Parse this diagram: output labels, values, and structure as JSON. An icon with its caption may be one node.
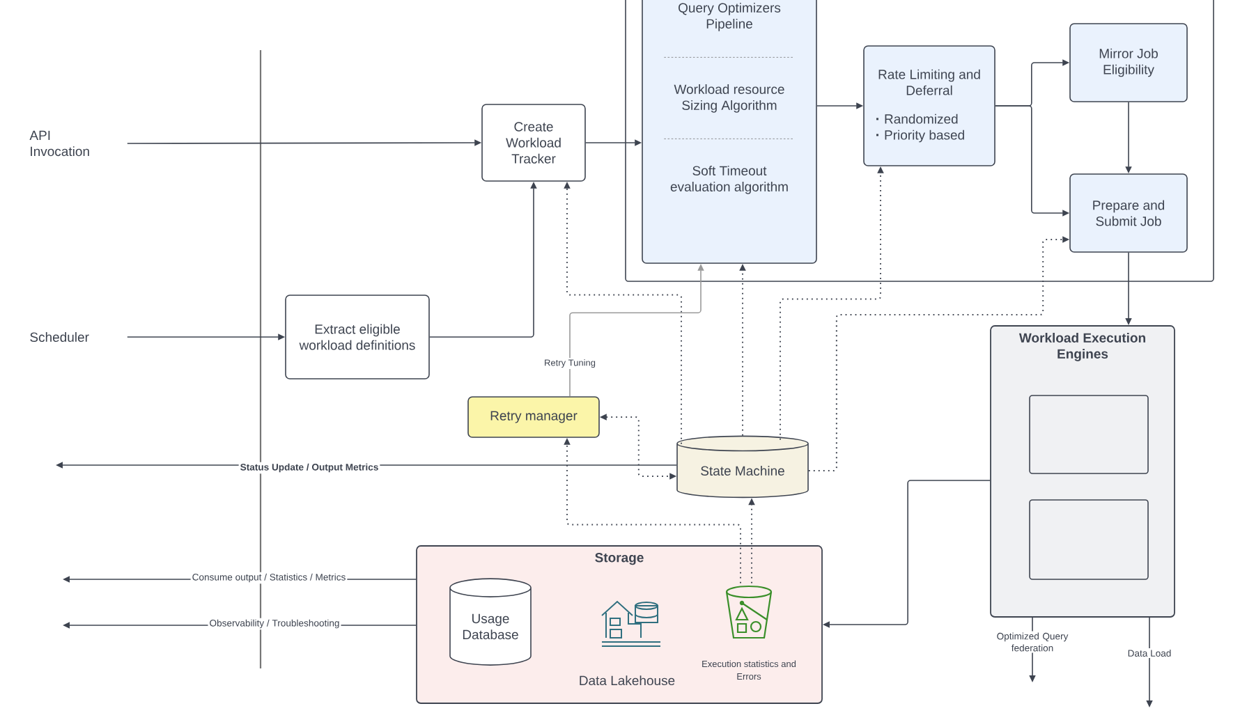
{
  "diagram": {
    "nodes": [
      {
        "text": [
          "API Invocation"
        ]
      },
      {
        "text": [
          "Scheduler"
        ]
      },
      {
        "text": [
          "Create Workload Tracker"
        ]
      },
      {
        "text": [
          "Extract eligible workload definitions"
        ]
      },
      {
        "text": [],
        "shape": "box"
      },
      {
        "text": [
          "Query Optimizers Pipeline",
          "Workload resource Sizing Algorithm",
          "Soft Timeout evaluation algorithm"
        ],
        "in": 4
      },
      {
        "text": [
          "Rate Limiting and Deferral",
          "Randomized",
          "Priority based"
        ],
        "in": 4
      },
      {
        "text": [
          "Mirror Job Eligibility"
        ],
        "in": 4
      },
      {
        "text": [
          "Prepare and Submit Job"
        ],
        "in": 4
      },
      {
        "text": [
          "Retry manager"
        ]
      },
      {
        "text": [
          "State Machine"
        ]
      },
      {
        "text": [
          "Workload Execution Engines"
        ]
      },
      {
        "text": [],
        "shape": "box",
        "in": 11
      },
      {
        "text": [],
        "shape": "box",
        "in": 11
      },
      {
        "text": [
          "Storage"
        ]
      },
      {
        "text": [
          "Usage Database"
        ],
        "in": 14
      },
      {
        "text": [
          "Data Lakehouse"
        ],
        "in": 14
      },
      {
        "text": [
          "Execution statistics and Errors"
        ],
        "in": 14
      }
    ],
    "edges": [
      {
        "from": 0,
        "to": 2,
        "arrow": "to"
      },
      {
        "from": 1,
        "to": 3,
        "arrow": "to"
      },
      {
        "from": 3,
        "to": 2,
        "arrow": "to"
      },
      {
        "from": 2,
        "to": 5,
        "arrow": "to"
      },
      {
        "from": 5,
        "to": 6,
        "arrow": "to"
      },
      {
        "from": 6,
        "to": 7,
        "arrow": "to"
      },
      {
        "from": 6,
        "to": 8,
        "arrow": "to"
      },
      {
        "from": 7,
        "to": 8,
        "arrow": "to"
      },
      {
        "from": 8,
        "to": 11,
        "arrow": "to"
      },
      {
        "from": 11,
        "to": 14,
        "arrow": "to"
      },
      {
        "from": 10,
        "to": 2,
        "arrow": "to",
        "style": "dashed"
      },
      {
        "from": 10,
        "to": 5,
        "arrow": "to",
        "style": "dashed"
      },
      {
        "from": 10,
        "to": 6,
        "arrow": "to",
        "style": "dashed"
      },
      {
        "from": 10,
        "to": 8,
        "arrow": "to",
        "style": "dashed"
      },
      {
        "from": 9,
        "to": 5,
        "arrow": "to",
        "label": "Retry Tuning",
        "color": "#9a9a9a"
      },
      {
        "from": 9,
        "to": 10,
        "arrow": "both",
        "style": "dashed"
      },
      {
        "from": 17,
        "to": 9,
        "arrow": "to",
        "style": "dashed"
      },
      {
        "from": 17,
        "to": 10,
        "arrow": "to",
        "style": "dashed"
      },
      {
        "from": 10,
        "to": null,
        "arrow": "to",
        "label": "**Status Update / Output Metrics**"
      },
      {
        "from": 14,
        "to": null,
        "arrow": "to",
        "label": "Consume output / Statistics / Metrics"
      },
      {
        "from": 14,
        "to": null,
        "arrow": "to",
        "label": "Observability / Troubleshooting"
      },
      {
        "from": 11,
        "to": null,
        "arrow": "to",
        "label": "Optimized Query federation"
      },
      {
        "from": 11,
        "to": null,
        "arrow": "to",
        "label": "Data Load"
      }
    ]
  }
}
